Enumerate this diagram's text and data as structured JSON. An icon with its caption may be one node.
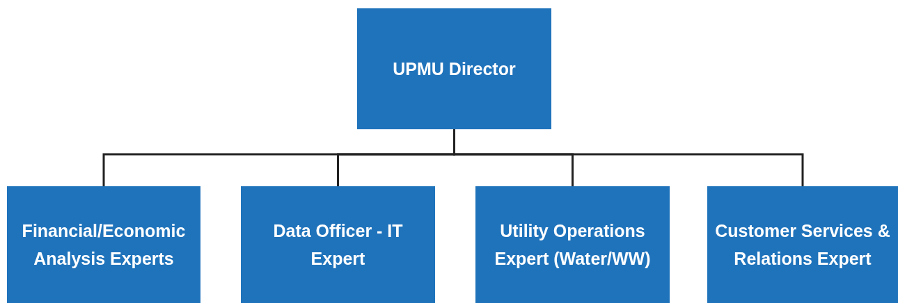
{
  "diagram": {
    "nodes": [
      {
        "text": [
          "UPMU Director"
        ]
      },
      {
        "text": [
          "Financial/Economic Analysis Experts"
        ]
      },
      {
        "text": [
          "Data Officer - IT Expert"
        ]
      },
      {
        "text": [
          "Utility Operations Expert (Water/WW)"
        ]
      },
      {
        "text": [
          "Customer Services & Relations Expert"
        ]
      }
    ],
    "edges": [
      {
        "from": 0,
        "to": 1,
        "arrow": "none"
      },
      {
        "from": 0,
        "to": 2,
        "arrow": "none"
      },
      {
        "from": 0,
        "to": 3,
        "arrow": "none"
      },
      {
        "from": 0,
        "to": 4,
        "arrow": "none"
      }
    ]
  }
}
